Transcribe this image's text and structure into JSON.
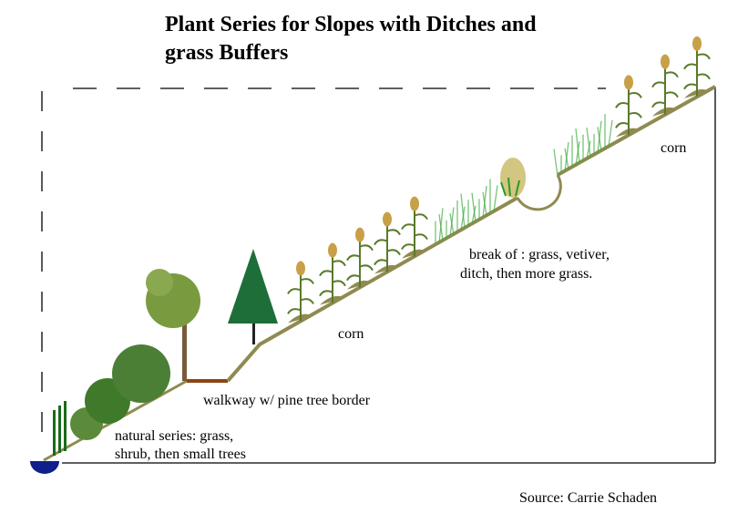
{
  "title_line1": "Plant Series for Slopes with Ditches and",
  "title_line2": "grass Buffers",
  "labels": {
    "natural_line1": "natural series: grass,",
    "natural_line2": "shrub, then small trees",
    "walkway": "walkway w/ pine tree border",
    "corn_lower": "corn",
    "break_line1": "break of : grass, vetiver,",
    "break_line2": "ditch, then more grass.",
    "corn_upper": "corn"
  },
  "source": "Source: Carrie Schaden",
  "colors": {
    "soil": "#8f8a50",
    "walkway": "#8b4513",
    "water": "#10208a",
    "tree": "#3f7a2a",
    "corn": "#5a7a2a",
    "tassel": "#c8a048",
    "grass": "#3faa3f"
  }
}
